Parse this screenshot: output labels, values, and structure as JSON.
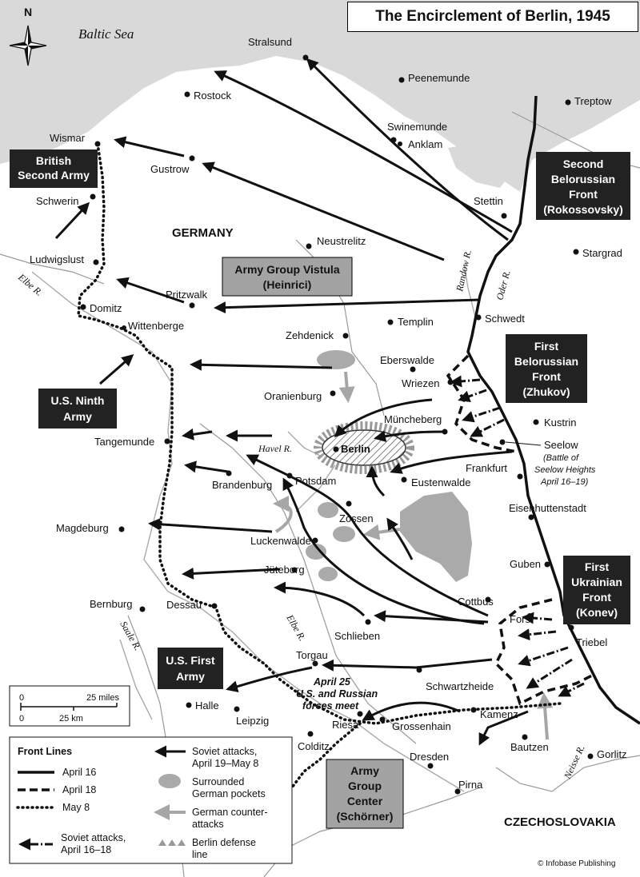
{
  "title": "The Encirclement of Berlin, 1945",
  "compass": {
    "north_label": "N"
  },
  "sea_label": "Baltic Sea",
  "countries": {
    "germany": "GERMANY",
    "czechoslovakia": "CZECHOSLOVAKIA"
  },
  "rivers": {
    "elbe_west": "Elbe R.",
    "elbe_east": "Elbe R.",
    "saale": "Saale R.",
    "havel": "Havel R.",
    "randow": "Randow R.",
    "oder": "Oder R.",
    "neisse": "Neisse R."
  },
  "cities": {
    "stralsund": "Stralsund",
    "peenemunde": "Peenemunde",
    "rostock": "Rostock",
    "treptow": "Treptow",
    "swinemunde": "Swinemunde",
    "anklam": "Anklam",
    "wismar": "Wismar",
    "gustrow": "Gustrow",
    "schwerin": "Schwerin",
    "stettin": "Stettin",
    "neustrelitz": "Neustrelitz",
    "stargrad": "Stargrad",
    "ludwigslust": "Ludwigslust",
    "pritzwalk": "Pritzwalk",
    "domitz": "Domitz",
    "schwedt": "Schwedt",
    "templin": "Templin",
    "wittenberge": "Wittenberge",
    "zehdenick": "Zehdenick",
    "eberswalde": "Eberswalde",
    "wriezen": "Wriezen",
    "oranienburg": "Oranienburg",
    "kustrin": "Kustrin",
    "muncheberg": "Müncheberg",
    "seelow": "Seelow",
    "berlin": "Berlin",
    "tangemunde": "Tangemunde",
    "frankfurt": "Frankfurt",
    "brandenburg": "Brandenburg",
    "potsdam": "Potsdam",
    "eustenwalde": "Eustenwalde",
    "zossen": "Zossen",
    "eisenhuttenstadt": "Eisenhuttenstadt",
    "magdeburg": "Magdeburg",
    "luckenwalde": "Luckenwalde",
    "guben": "Guben",
    "juteborg": "Jüteborg",
    "cottbus": "Cottbus",
    "forst": "Forst",
    "bernburg": "Bernburg",
    "dessau": "Dessau",
    "schlieben": "Schlieben",
    "triebel": "Triebel",
    "torgau": "Torgau",
    "schwartzheide": "Schwartzheide",
    "halle": "Halle",
    "leipzig": "Leipzig",
    "riesa": "Riesa",
    "grossenhain": "Grossenhain",
    "kamenz": "Kamenz",
    "bautzen": "Bautzen",
    "colditz": "Colditz",
    "dresden": "Dresden",
    "gorlitz": "Gorlitz",
    "pirna": "Pirna"
  },
  "annotations": {
    "seelow_battle": [
      "(Battle of",
      "Seelow Heights",
      "April 16–19)"
    ],
    "april25": [
      "April 25",
      "U.S. and Russian",
      "forces meet"
    ]
  },
  "units": {
    "british_second_army": [
      "British",
      "Second Army"
    ],
    "us_ninth_army": [
      "U.S. Ninth",
      "Army"
    ],
    "us_first_army": [
      "U.S. First",
      "Army"
    ],
    "second_belorussian": [
      "Second",
      "Belorussian",
      "Front",
      "(Rokossovsky)"
    ],
    "first_belorussian": [
      "First",
      "Belorussian",
      "Front",
      "(Zhukov)"
    ],
    "first_ukrainian": [
      "First",
      "Ukrainian",
      "Front",
      "(Konev)"
    ],
    "army_group_vistula": [
      "Army Group Vistula",
      "(Heinrici)"
    ],
    "army_group_center": [
      "Army",
      "Group",
      "Center",
      "(Schörner)"
    ]
  },
  "scale": {
    "miles_zero": "0",
    "miles_label": "25 miles",
    "km_zero": "0",
    "km_label": "25 km"
  },
  "legend": {
    "heading": "Front Lines",
    "april16": "April 16",
    "april18": "April 18",
    "may8": "May 8",
    "soviet_attacks_early": [
      "Soviet attacks,",
      "April 16–18"
    ],
    "soviet_attacks_late": [
      "Soviet attacks,",
      "April 19–May 8"
    ],
    "pockets": [
      "Surrounded",
      "German pockets"
    ],
    "counterattacks": [
      "German counter-",
      "attacks"
    ],
    "defense_line": [
      "Berlin defense",
      "line"
    ]
  },
  "credit": "© Infobase Publishing",
  "colors": {
    "water": "#d9d9d9",
    "land": "#ffffff",
    "pocket": "#aaaaaa",
    "counterattack": "#a6a6a6",
    "unit_dark": "#222222",
    "unit_gray": "#a3a3a3"
  }
}
